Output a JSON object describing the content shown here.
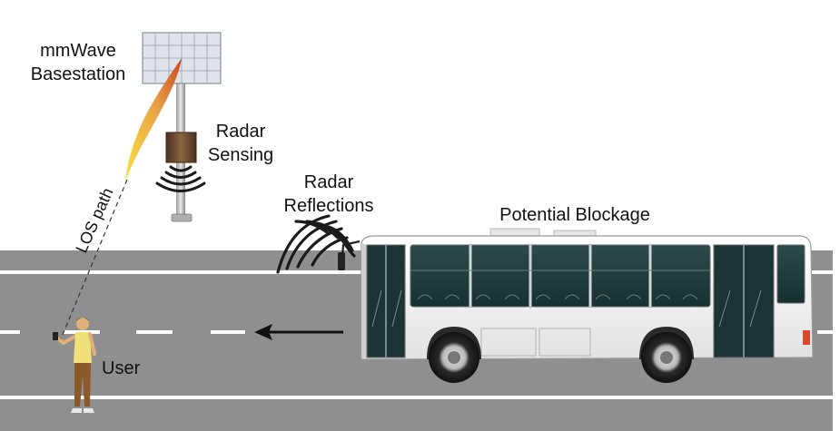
{
  "labels": {
    "basestation_line1": "mmWave",
    "basestation_line2": "Basestation",
    "radar_sensing_line1": "Radar",
    "radar_sensing_line2": "Sensing",
    "radar_reflections_line1": "Radar",
    "radar_reflections_line2": "Reflections",
    "potential_blockage": "Potential Blockage",
    "los_path": "LOS path",
    "user": "User"
  },
  "colors": {
    "road": "#8f8f8f",
    "lane_marking": "#ffffff",
    "bus_body": "#f4f4f4",
    "bus_window": "#1f3a3a",
    "beam_start": "#f6e23a",
    "beam_end": "#cc4a1a",
    "radar_box": "#6b4a2f",
    "user_shirt": "#f2e07a",
    "user_pants": "#8a5a2a"
  },
  "icons": {
    "basestation": "antenna-panel-icon",
    "radar": "radar-sensor-icon",
    "bus": "bus-icon",
    "user": "person-icon",
    "direction": "arrow-left-icon"
  }
}
